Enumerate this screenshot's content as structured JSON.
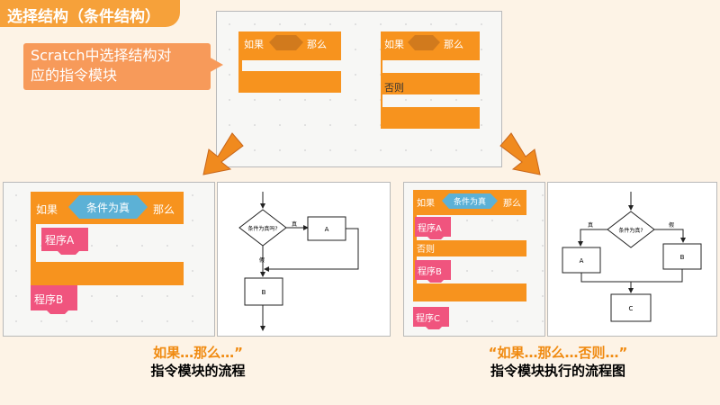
{
  "header": {
    "title": "选择结构（条件结构）"
  },
  "callout": {
    "text_line1": "Scratch中选择结构对",
    "text_line2": "应的指令模块"
  },
  "top_panel": {
    "block1_if": "如果",
    "block1_then": "那么",
    "block2_if": "如果",
    "block2_then": "那么",
    "block2_else": "否则"
  },
  "left_blocks": {
    "if": "如果",
    "condition": "条件为真",
    "then": "那么",
    "program_a": "程序A",
    "program_b": "程序B"
  },
  "left_flow": {
    "condition": "条件为真吗?",
    "yes": "真",
    "no": "假",
    "box_a": "A",
    "box_b": "B"
  },
  "right_blocks": {
    "if": "如果",
    "condition": "条件为真",
    "then": "那么",
    "program_a": "程序A",
    "else": "否则",
    "program_b": "程序B",
    "program_c": "程序C"
  },
  "right_flow": {
    "condition": "条件为真?",
    "yes": "真",
    "no": "假",
    "box_a": "A",
    "box_b": "B",
    "box_c": "C"
  },
  "captions": {
    "left_line1": "如果…那么…”",
    "left_line2": "指令模块的流程",
    "right_line1": "“如果…那么…否则…”",
    "right_line2": "指令模块执行的流程图"
  },
  "colors": {
    "orange_block": "#f7931e",
    "hex_dark": "#d17a1d",
    "cond_blue": "#5cb1d6",
    "pink_block": "#f0547e",
    "arrow": "#f08a1e"
  }
}
